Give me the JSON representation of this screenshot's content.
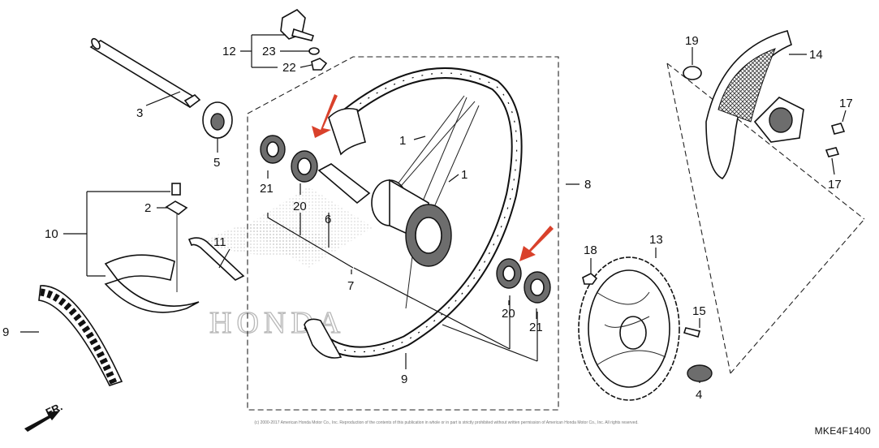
{
  "diagram": {
    "reference_code": "MKE4F1400",
    "direction_label": "FR.",
    "watermark_text": "HONDA",
    "copyright_text": "(c) 2000-2017 American Honda Motor Co., Inc. Reproduction of the contents of this publication in whole or in part is strictly prohibited without written permission of American Honda Motor Co., Inc. All rights reserved.",
    "arrow_color": "#d9412b",
    "callouts": [
      {
        "id": "c1a",
        "label": "1"
      },
      {
        "id": "c1b",
        "label": "1"
      },
      {
        "id": "c2",
        "label": "2"
      },
      {
        "id": "c3",
        "label": "3"
      },
      {
        "id": "c4",
        "label": "4"
      },
      {
        "id": "c5",
        "label": "5"
      },
      {
        "id": "c6",
        "label": "6"
      },
      {
        "id": "c7",
        "label": "7"
      },
      {
        "id": "c8",
        "label": "8"
      },
      {
        "id": "c9",
        "label": "9"
      },
      {
        "id": "c10",
        "label": "10"
      },
      {
        "id": "c11",
        "label": "11"
      },
      {
        "id": "c12",
        "label": "12"
      },
      {
        "id": "c13",
        "label": "13"
      },
      {
        "id": "c14",
        "label": "14"
      },
      {
        "id": "c15",
        "label": "15"
      },
      {
        "id": "c16",
        "label": "16"
      },
      {
        "id": "c17a",
        "label": "17"
      },
      {
        "id": "c17b",
        "label": "17"
      },
      {
        "id": "c18",
        "label": "18"
      },
      {
        "id": "c19",
        "label": "19"
      },
      {
        "id": "c20a",
        "label": "20"
      },
      {
        "id": "c20b",
        "label": "20"
      },
      {
        "id": "c21a",
        "label": "21"
      },
      {
        "id": "c21b",
        "label": "21"
      },
      {
        "id": "c22",
        "label": "22"
      },
      {
        "id": "c23",
        "label": "23"
      }
    ]
  }
}
